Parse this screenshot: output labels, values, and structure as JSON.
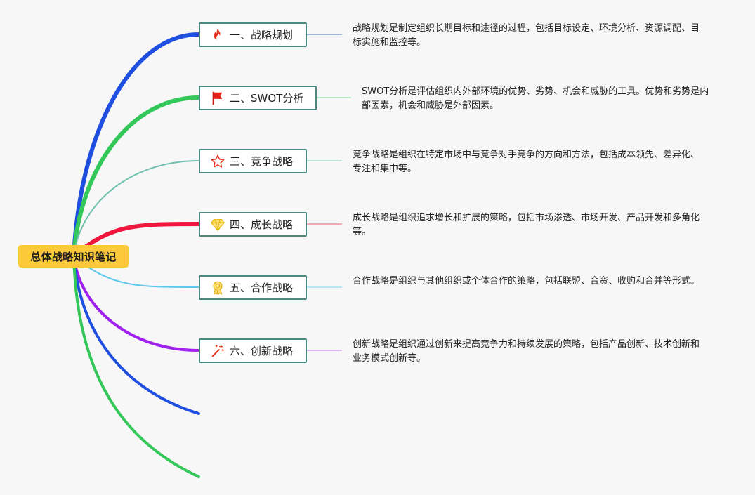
{
  "root": {
    "title": "总体战略知识笔记",
    "color": "#fcc93b"
  },
  "topics": [
    {
      "id": "strategy-planning",
      "label": "一、战略规划",
      "icon": "fire-icon",
      "branch_color": "#1f4fe0",
      "connector_color": "#7f9ad6",
      "description": "战略规划是制定组织长期目标和途径的过程，包括目标设定、环境分析、资源调配、目标实施和监控等。"
    },
    {
      "id": "swot",
      "label": "二、SWOT分析",
      "icon": "flag-icon",
      "branch_color": "#34c759",
      "connector_color": "#a6e3b7",
      "description": "SWOT分析是评估组织内外部环境的优势、劣势、机会和威胁的工具。优势和劣势是内部因素，机会和威胁是外部因素。"
    },
    {
      "id": "competitive",
      "label": "三、竞争战略",
      "icon": "star-icon",
      "branch_color": "#6fc1ae",
      "connector_color": "#a8dcd0",
      "description": "竞争战略是组织在特定市场中与竞争对手竞争的方向和方法，包括成本领先、差异化、专注和集中等。"
    },
    {
      "id": "growth",
      "label": "四、成长战略",
      "icon": "diamond-icon",
      "branch_color": "#f0163d",
      "connector_color": "#ee8fa2",
      "description": "成长战略是组织追求增长和扩展的策略，包括市场渗透、市场开发、产品开发和多角化等。"
    },
    {
      "id": "cooperation",
      "label": "五、合作战略",
      "icon": "award-icon",
      "branch_color": "#5cc8ec",
      "connector_color": "#a6dff2",
      "description": "合作战略是组织与其他组织或个体合作的策略，包括联盟、合资、收购和合并等形式。"
    },
    {
      "id": "innovation",
      "label": "六、创新战略",
      "icon": "magic-wand-icon",
      "branch_color": "#a020f0",
      "connector_color": "#d49cf2",
      "description": "创新战略是组织通过创新来提高竞争力和持续发展的策略，包括产品创新、技术创新和业务模式创新等。"
    }
  ],
  "empty_branches": [
    {
      "id": "empty-branch-1",
      "color": "#1f4fe0"
    },
    {
      "id": "empty-branch-2",
      "color": "#34c759"
    }
  ]
}
